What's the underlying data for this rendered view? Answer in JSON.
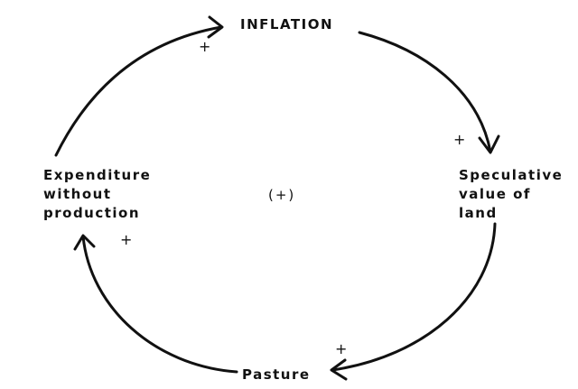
{
  "nodes": {
    "inflation": "INFLATION",
    "speculative_value": [
      "Speculative",
      "value of",
      "land"
    ],
    "pasture": "Pasture",
    "expenditure": [
      "Expenditure",
      "without",
      "production"
    ]
  },
  "link_signs": {
    "expenditure_to_inflation": "+",
    "inflation_to_speculative": "+",
    "speculative_to_pasture": "+",
    "pasture_to_expenditure": "+"
  },
  "loop_polarity": "(+)",
  "colors": {
    "ink": "#111111",
    "background": "#ffffff"
  }
}
